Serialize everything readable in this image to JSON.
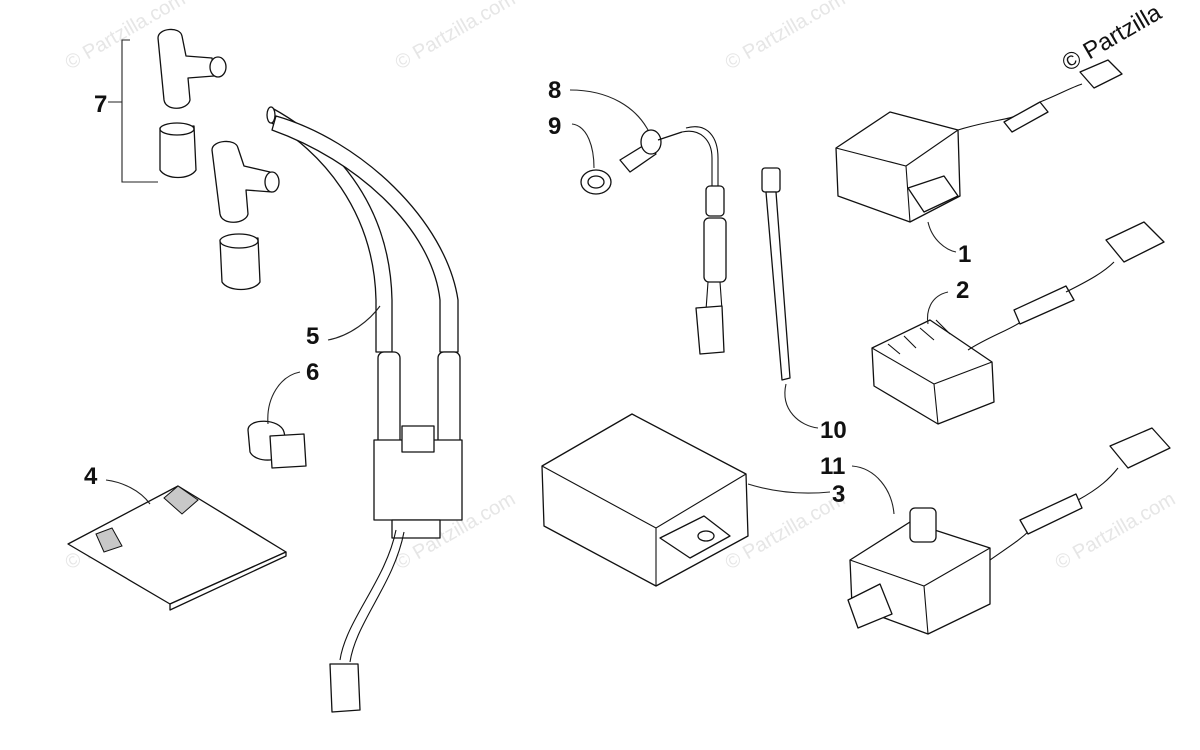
{
  "copyright": "© Partzilla",
  "watermark": "© Partzilla.com",
  "callouts": {
    "c1": "1",
    "c2": "2",
    "c3": "3",
    "c4": "4",
    "c5": "5",
    "c6": "6",
    "c7": "7",
    "c8": "8",
    "c9": "9",
    "c10": "10",
    "c11": "11"
  }
}
